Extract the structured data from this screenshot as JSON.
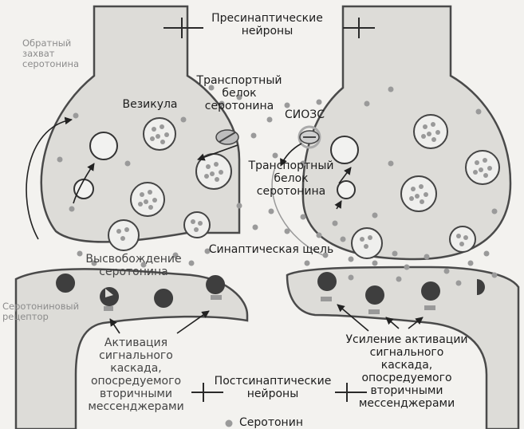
{
  "labels": {
    "presynaptic": "Пресинаптические\nнейроны",
    "transporter_left": "Транспортный\nбелок\nсеротонина",
    "vesicle": "Везикула",
    "ssri": "СИОЗС",
    "transporter_right": "Транспортный\nбелок\nсеротонина",
    "release": "Высвобождение\nсеротонина",
    "cleft": "Синаптическая щель",
    "activation_left": "Активация\nсигнального\nкаскада,\nопосредуемого\nвторичными\nмессенджерами",
    "activation_right": "Усиление активации\nсигнального\nкаскада,\nопосредуемого\nвторичными\nмессенджерами",
    "postsynaptic": "Постсинаптические\nнейроны",
    "legend_serotonin": "Серотонин",
    "faded_reuptake": "Обратный\nзахват\nсеротонина",
    "faded_receptor": "Серотониновый\nрецептор"
  },
  "colors": {
    "background": "#f3f2ef",
    "neuron_fill": "#dddcd8",
    "neuron_stroke": "#4a4a4a",
    "serotonin_dot": "#9a9a9a",
    "receptor": "#3e3e3e"
  }
}
